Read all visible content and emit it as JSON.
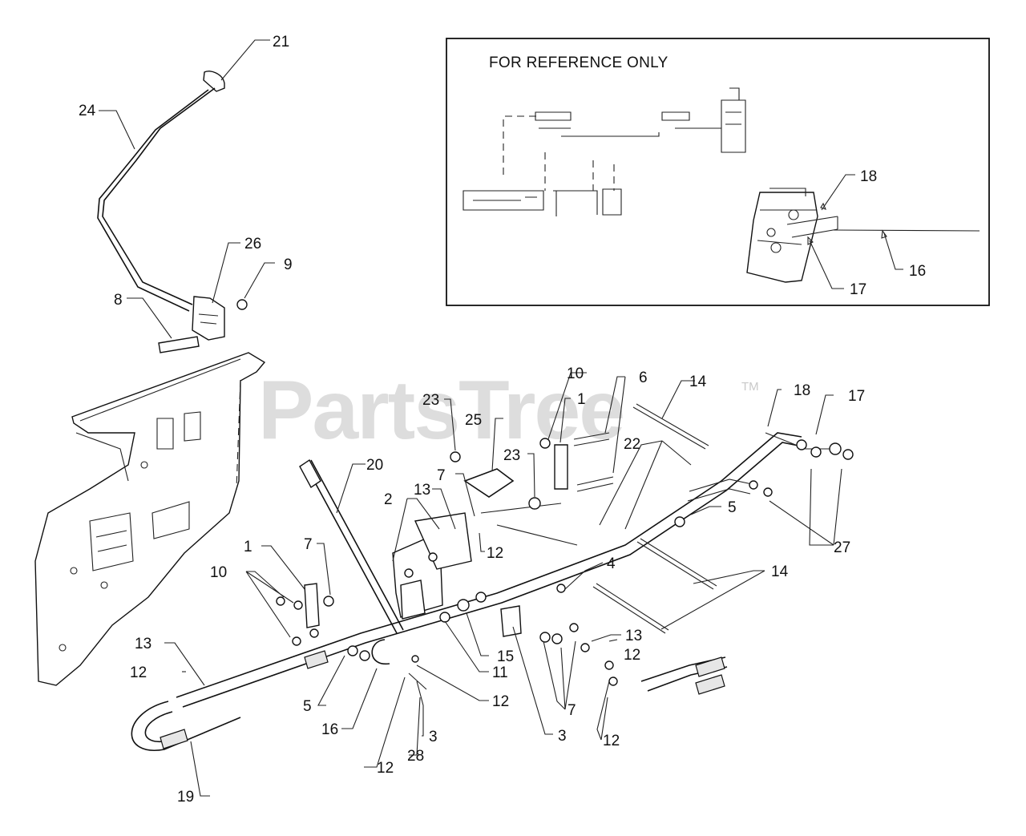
{
  "inset": {
    "title": "FOR REFERENCE ONLY",
    "callouts": [
      "18",
      "16",
      "17"
    ]
  },
  "watermark": {
    "text": "PartsTree",
    "trademark": "TM"
  },
  "callouts": [
    "21",
    "24",
    "26",
    "9",
    "8",
    "10",
    "6",
    "14",
    "18",
    "17",
    "1",
    "23",
    "25",
    "23",
    "22",
    "20",
    "7",
    "13",
    "2",
    "5",
    "27",
    "12",
    "1",
    "7",
    "10",
    "4",
    "14",
    "13",
    "12",
    "15",
    "11",
    "3",
    "7",
    "12",
    "19",
    "16",
    "12",
    "28",
    "3",
    "12",
    "13",
    "12",
    "5"
  ]
}
